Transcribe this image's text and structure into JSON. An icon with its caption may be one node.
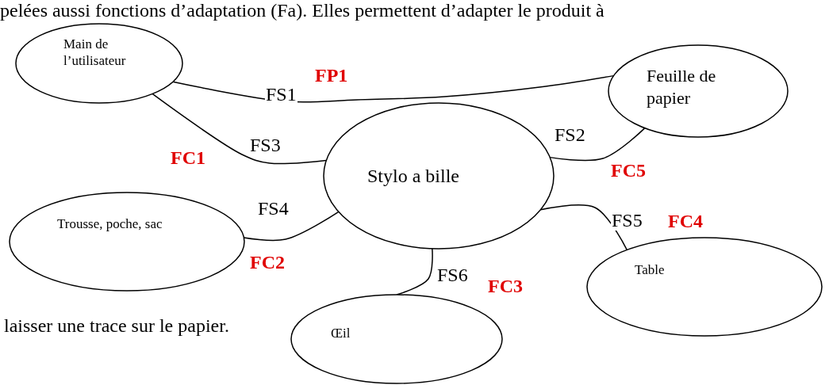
{
  "diagram": {
    "nodes": [
      {
        "text": [
          "Main de l’utilisateur"
        ]
      },
      {
        "text": [
          "Feuille de papier"
        ]
      },
      {
        "text": [
          "Stylo a bille"
        ]
      },
      {
        "text": [
          "Trousse, poche, sac"
        ]
      },
      {
        "text": [
          "Table"
        ]
      },
      {
        "text": [
          "Œil"
        ]
      }
    ],
    "edges": [
      {
        "from": 0,
        "to": 1,
        "arrow": "none",
        "label": "FS1"
      },
      {
        "from": 0,
        "to": 2,
        "arrow": "none",
        "label": "FS3"
      },
      {
        "from": 2,
        "to": 1,
        "arrow": "none",
        "label": "FS2"
      },
      {
        "from": 3,
        "to": 2,
        "arrow": "none",
        "label": "FS4"
      },
      {
        "from": 2,
        "to": 4,
        "arrow": "none",
        "label": "FS5"
      },
      {
        "from": 2,
        "to": 5,
        "arrow": "none",
        "label": "FS6"
      }
    ],
    "labels": [
      "pelées aussi fonctions d’adaptation (Fa). Elles permettent d’adapter le produit à",
      "FP1",
      "FC1",
      "FC5",
      "FC4",
      "FC2",
      "FC3",
      "laisser une trace sur le papier."
    ]
  }
}
